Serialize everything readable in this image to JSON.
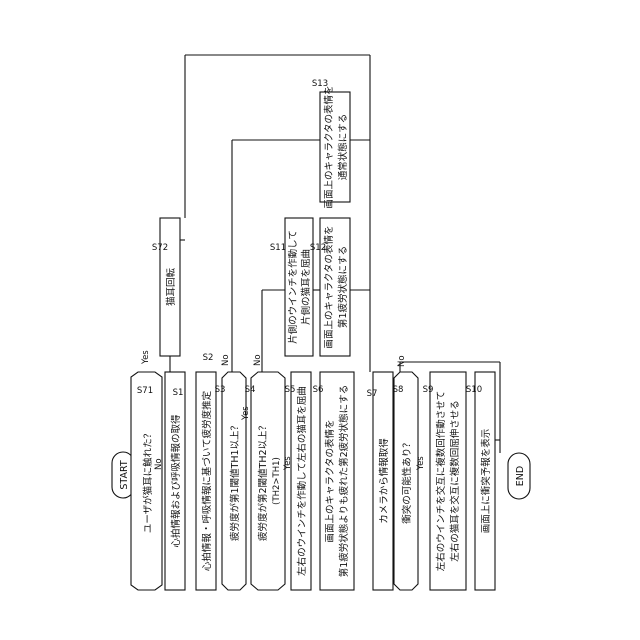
{
  "flowchart": {
    "start": "START",
    "end": "END",
    "steps": {
      "s71": {
        "id": "S71",
        "text": "ユーザが猫耳に触れた？",
        "yes": "Yes",
        "no": "No"
      },
      "s1": {
        "id": "S1",
        "text": "心拍情報および呼吸情報の取得"
      },
      "s2": {
        "id": "S2",
        "text": "心拍情報・呼吸情報に基づいて疲労度推定"
      },
      "s3": {
        "id": "S3",
        "text": "疲労度が第1閾値TH1以上？",
        "yes": "Yes",
        "no": "No"
      },
      "s4": {
        "id": "S4",
        "text": "疲労度が第2閾値TH2以上？",
        "subtext": "(TH2>TH1)",
        "yes": "Yes",
        "no": "No"
      },
      "s5": {
        "id": "S5",
        "text": "左右のウインチを作動して左右の猫耳を屈曲"
      },
      "s6": {
        "id": "S6",
        "line1": "画面上のキャラクタの表情を",
        "line2": "第1疲労状態よりも疲れた第2疲労状態にする"
      },
      "s7": {
        "id": "S7",
        "text": "カメラから情報取得"
      },
      "s8": {
        "id": "S8",
        "text": "衝突の可能性あり？",
        "yes": "Yes",
        "no": "No"
      },
      "s9": {
        "id": "S9",
        "line1": "左右のウインチを交互に複数回作動させて",
        "line2": "左右の猫耳を交互に複数回屈伸させる"
      },
      "s10": {
        "id": "S10",
        "text": "画面上に衝突予報を表示"
      },
      "s72": {
        "id": "S72",
        "text": "猫耳回転"
      },
      "s11": {
        "id": "S11",
        "line1": "片側のウインチを作動して",
        "line2": "片側の猫耳を屈曲"
      },
      "s12": {
        "id": "S12",
        "line1": "画面上のキャラクタの表情を",
        "line2": "第1疲労状態にする"
      },
      "s13": {
        "id": "S13",
        "line1": "画面上のキャラクタの表情を",
        "line2": "通常状態にする"
      }
    }
  }
}
